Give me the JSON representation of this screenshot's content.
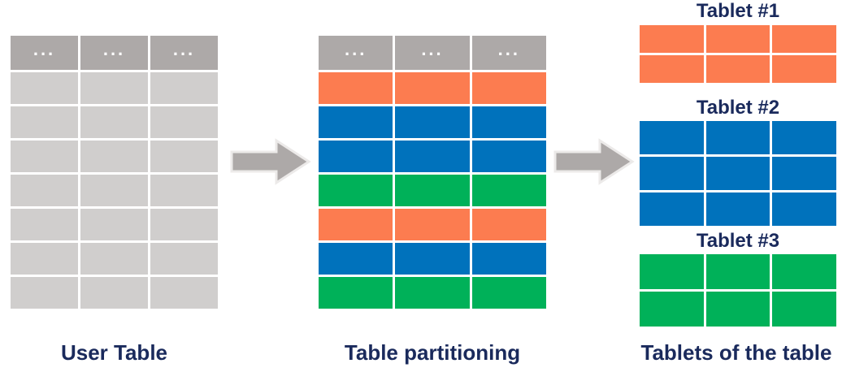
{
  "colors": {
    "header": "#ada9a8",
    "gray": "#d0cecd",
    "orange": "#fc7c50",
    "blue": "#0072bc",
    "green": "#00b159",
    "navy": "#1a2a5c",
    "arrow_fill": "#ada9a8",
    "arrow_outline": "#eceae9"
  },
  "user_table": {
    "caption": "User Table",
    "header_cells": [
      "...",
      "...",
      "..."
    ],
    "columns": 3,
    "body_rows": [
      "gray",
      "gray",
      "gray",
      "gray",
      "gray",
      "gray",
      "gray"
    ]
  },
  "partitioned_table": {
    "caption": "Table partitioning",
    "header_cells": [
      "...",
      "...",
      "..."
    ],
    "columns": 3,
    "body_rows": [
      "orange",
      "blue",
      "blue",
      "green",
      "orange",
      "blue",
      "green"
    ]
  },
  "tablets": {
    "caption": "Tablets of the table",
    "items": [
      {
        "label": "Tablet #1",
        "color": "orange",
        "rows": 2,
        "columns": 3
      },
      {
        "label": "Tablet #2",
        "color": "blue",
        "rows": 3,
        "columns": 3
      },
      {
        "label": "Tablet #3",
        "color": "green",
        "rows": 2,
        "columns": 3
      }
    ]
  }
}
